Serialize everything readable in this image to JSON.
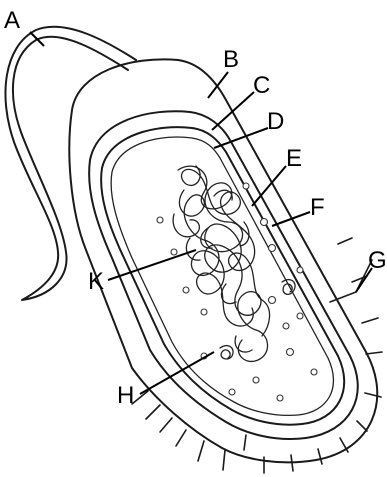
{
  "labels": {
    "a": "A",
    "b": "B",
    "c": "C",
    "d": "D",
    "e": "E",
    "f": "F",
    "g": "G",
    "h": "H",
    "k": "K"
  },
  "colors": {
    "line": "#1a1a1a",
    "fill": "#ffffff",
    "shade": "#f2f2f2"
  }
}
